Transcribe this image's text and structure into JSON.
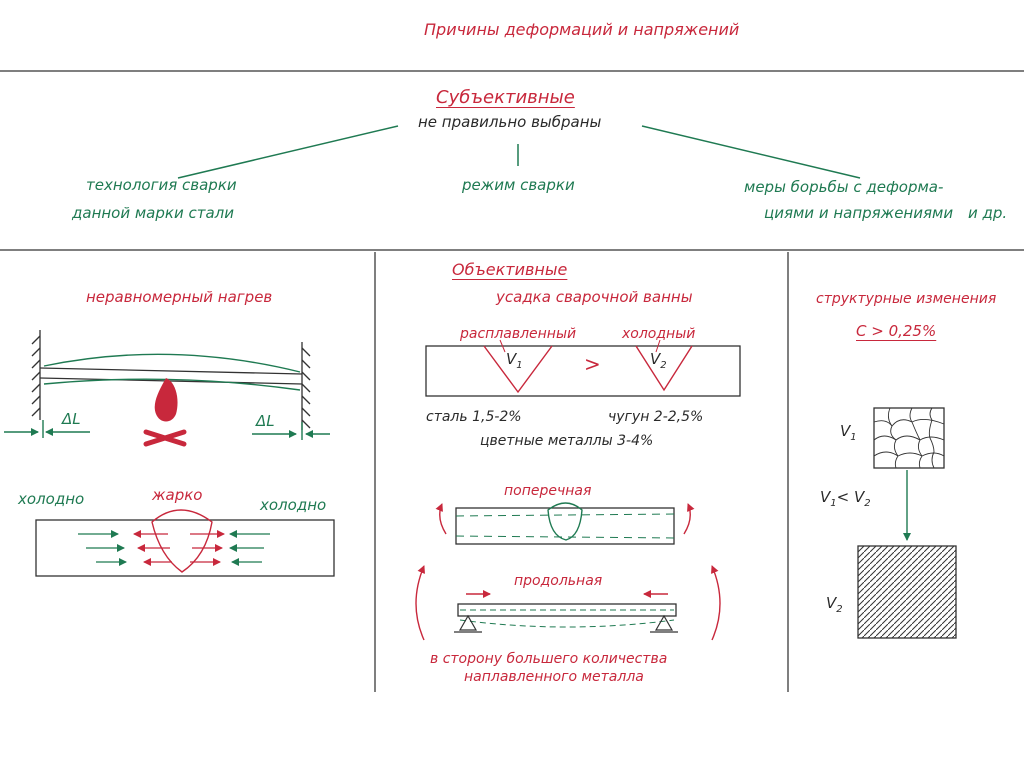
{
  "title": "Причины деформаций и напряжений",
  "subjective": {
    "heading": "Субъективные",
    "subheading": "не правильно выбраны",
    "items": [
      {
        "line1": "технология сварки",
        "line2": "данной марки стали"
      },
      {
        "line1": "режим сварки"
      },
      {
        "line1": "меры борьбы с деформа-",
        "line2": "циями и напряжениями"
      }
    ],
    "etc": "и др."
  },
  "uneven_heating": {
    "heading": "неравномерный нагрев",
    "delta_left": "ΔL",
    "delta_right": "ΔL",
    "cold_left": "холодно",
    "hot": "жарко",
    "cold_right": "холодно"
  },
  "objective": {
    "heading": "Объективные",
    "subheading": "усадка сварочной ванны",
    "molten": "расплавленный",
    "cold": "холодный",
    "v1": "V",
    "v1_sub": "1",
    "greater": ">",
    "v2": "V",
    "v2_sub": "2",
    "steel": "сталь 1,5-2%",
    "cast_iron": "чугун 2-2,5%",
    "nonferrous": "цветные металлы 3-4%",
    "transverse": "поперечная",
    "longitudinal": "продольная",
    "direction_line1": "в сторону большего количества",
    "direction_line2": "наплавленного металла"
  },
  "structural": {
    "heading": "структурные изменения",
    "condition": "C > 0,25%",
    "v1": "V",
    "v1_sub": "1",
    "compare": "V",
    "compare_sub1": "1",
    "compare_mid": "< V",
    "compare_sub2": "2",
    "v2": "V",
    "v2_sub": "2"
  },
  "colors": {
    "red": "#c8283c",
    "green": "#1f7a52",
    "ink": "#2a2a2a",
    "rule": "#555555"
  }
}
